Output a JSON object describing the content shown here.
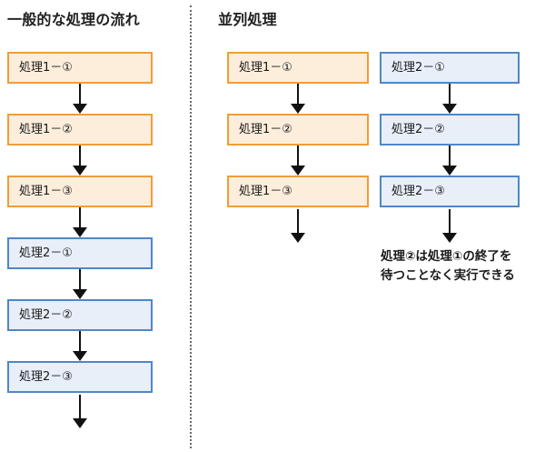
{
  "panels": {
    "left": {
      "title": "一般的な処理の流れ",
      "nodes": [
        {
          "label": "処理1－①",
          "color": "orange"
        },
        {
          "label": "処理1－②",
          "color": "orange"
        },
        {
          "label": "処理1－③",
          "color": "orange"
        },
        {
          "label": "処理2－①",
          "color": "blue"
        },
        {
          "label": "処理2－②",
          "color": "blue"
        },
        {
          "label": "処理2－③",
          "color": "blue"
        }
      ]
    },
    "right": {
      "title": "並列処理",
      "columns": [
        {
          "color": "orange",
          "nodes": [
            {
              "label": "処理1－①"
            },
            {
              "label": "処理1－②"
            },
            {
              "label": "処理1－③"
            }
          ]
        },
        {
          "color": "blue",
          "nodes": [
            {
              "label": "処理2－①"
            },
            {
              "label": "処理2－②"
            },
            {
              "label": "処理2－③"
            }
          ]
        }
      ],
      "caption": {
        "line1": "処理②は処理①の終了を",
        "line2": "待つことなく実行できる"
      }
    }
  },
  "colors": {
    "orange_fill": "#fdeedc",
    "orange_border": "#f19d38",
    "blue_fill": "#e8eff9",
    "blue_border": "#4f87c7",
    "arrow": "#111111",
    "divider": "#6b6b6b",
    "text": "#1a1a1a",
    "background": "#ffffff"
  }
}
